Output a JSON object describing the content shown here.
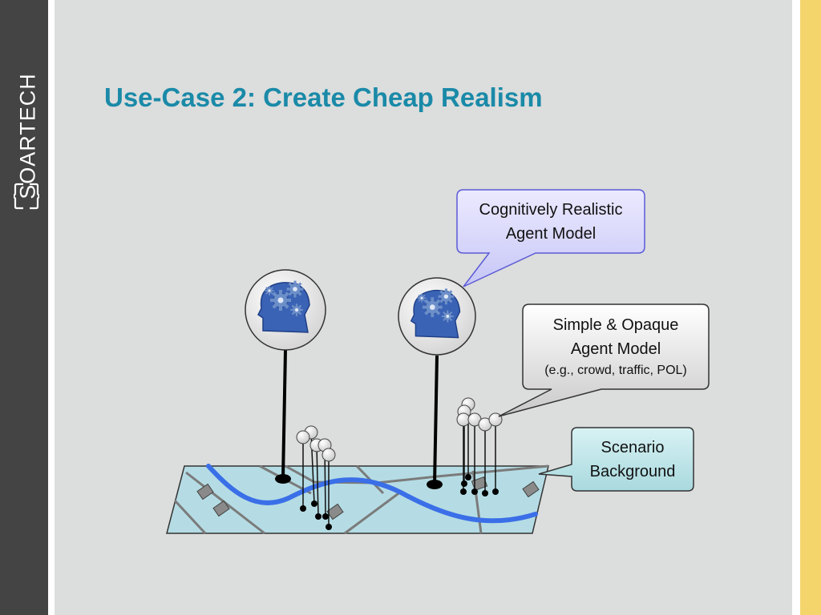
{
  "sidebar": {
    "brand": "SOARTECH"
  },
  "title": "Use-Case 2: Create Cheap Realism",
  "callouts": {
    "cognitive": {
      "line1": "Cognitively Realistic",
      "line2": "Agent Model"
    },
    "simple": {
      "line1": "Simple & Opaque",
      "line2": "Agent Model",
      "line3": "(e.g., crowd, traffic, POL)"
    },
    "scenario": {
      "line1": "Scenario",
      "line2": "Background"
    }
  },
  "colors": {
    "sidebar": "#444444",
    "accent_bar": "#f4d56c",
    "slide_background": "#dcdddd",
    "title": "#1a8aa8",
    "map_fill": "#b5dce4",
    "road_river": "#3a6fe8",
    "callout_purple": "#d6d6fb",
    "callout_grey": "#dcdcdc",
    "callout_teal": "#bfe6e9"
  },
  "icons": {
    "cognitive_agent": "head-with-gears-icon",
    "simple_agent": "small-circle-pin-icon",
    "logo": "bracket-logo-icon"
  }
}
